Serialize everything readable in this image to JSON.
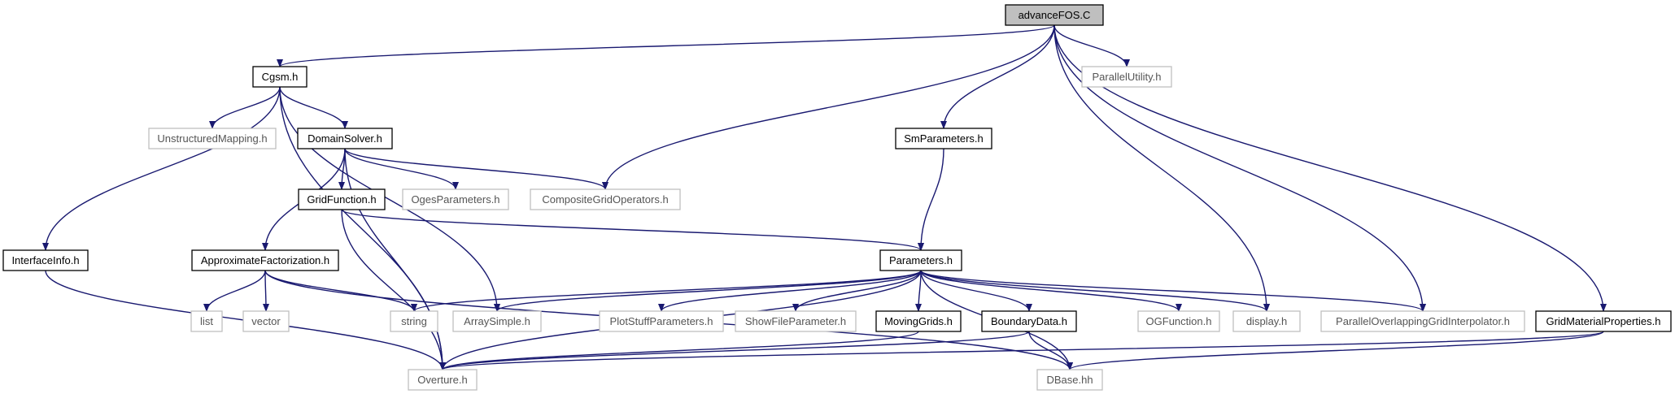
{
  "diagram": {
    "type": "include-dependency-graph",
    "colors": {
      "edge": "#191970",
      "root_fill": "#bfbfbf",
      "box_border": "#000000",
      "external_border": "#bfbfbf",
      "text": "#000000"
    },
    "nodes": [
      {
        "id": "advanceFOS",
        "label": "advanceFOS.C",
        "style": "root"
      },
      {
        "id": "Cgsm",
        "label": "Cgsm.h",
        "style": "documented"
      },
      {
        "id": "ParallelUtility",
        "label": "ParallelUtility.h",
        "style": "external"
      },
      {
        "id": "UnstructuredMapping",
        "label": "UnstructuredMapping.h",
        "style": "external"
      },
      {
        "id": "DomainSolver",
        "label": "DomainSolver.h",
        "style": "documented"
      },
      {
        "id": "SmParameters",
        "label": "SmParameters.h",
        "style": "documented"
      },
      {
        "id": "GridFunction",
        "label": "GridFunction.h",
        "style": "documented"
      },
      {
        "id": "OgesParameters",
        "label": "OgesParameters.h",
        "style": "external"
      },
      {
        "id": "CompositeGridOperators",
        "label": "CompositeGridOperators.h",
        "style": "external"
      },
      {
        "id": "InterfaceInfo",
        "label": "InterfaceInfo.h",
        "style": "documented"
      },
      {
        "id": "ApproximateFactorization",
        "label": "ApproximateFactorization.h",
        "style": "documented"
      },
      {
        "id": "Parameters",
        "label": "Parameters.h",
        "style": "documented"
      },
      {
        "id": "list",
        "label": "list",
        "style": "external"
      },
      {
        "id": "vector",
        "label": "vector",
        "style": "external"
      },
      {
        "id": "string",
        "label": "string",
        "style": "external"
      },
      {
        "id": "ArraySimple",
        "label": "ArraySimple.h",
        "style": "external"
      },
      {
        "id": "PlotStuffParameters",
        "label": "PlotStuffParameters.h",
        "style": "external"
      },
      {
        "id": "ShowFileParameter",
        "label": "ShowFileParameter.h",
        "style": "external"
      },
      {
        "id": "MovingGrids",
        "label": "MovingGrids.h",
        "style": "documented"
      },
      {
        "id": "BoundaryData",
        "label": "BoundaryData.h",
        "style": "documented"
      },
      {
        "id": "OGFunction",
        "label": "OGFunction.h",
        "style": "external"
      },
      {
        "id": "display",
        "label": "display.h",
        "style": "external"
      },
      {
        "id": "ParallelOverlappingGridInterpolator",
        "label": "ParallelOverlappingGridInterpolator.h",
        "style": "external"
      },
      {
        "id": "GridMaterialProperties",
        "label": "GridMaterialProperties.h",
        "style": "documented"
      },
      {
        "id": "Overture",
        "label": "Overture.h",
        "style": "external"
      },
      {
        "id": "DBase",
        "label": "DBase.hh",
        "style": "external"
      }
    ],
    "edges": [
      [
        "advanceFOS",
        "Cgsm"
      ],
      [
        "advanceFOS",
        "CompositeGridOperators"
      ],
      [
        "advanceFOS",
        "SmParameters"
      ],
      [
        "advanceFOS",
        "ParallelUtility"
      ],
      [
        "advanceFOS",
        "display"
      ],
      [
        "advanceFOS",
        "ParallelOverlappingGridInterpolator"
      ],
      [
        "advanceFOS",
        "GridMaterialProperties"
      ],
      [
        "Cgsm",
        "InterfaceInfo"
      ],
      [
        "Cgsm",
        "Overture"
      ],
      [
        "Cgsm",
        "UnstructuredMapping"
      ],
      [
        "Cgsm",
        "DomainSolver"
      ],
      [
        "Cgsm",
        "ArraySimple"
      ],
      [
        "DomainSolver",
        "Overture"
      ],
      [
        "DomainSolver",
        "ApproximateFactorization"
      ],
      [
        "DomainSolver",
        "GridFunction"
      ],
      [
        "DomainSolver",
        "OgesParameters"
      ],
      [
        "DomainSolver",
        "CompositeGridOperators"
      ],
      [
        "SmParameters",
        "Parameters"
      ],
      [
        "GridFunction",
        "Parameters"
      ],
      [
        "GridFunction",
        "Overture"
      ],
      [
        "InterfaceInfo",
        "Overture"
      ],
      [
        "ApproximateFactorization",
        "list"
      ],
      [
        "ApproximateFactorization",
        "vector"
      ],
      [
        "ApproximateFactorization",
        "string"
      ],
      [
        "ApproximateFactorization",
        "DBase"
      ],
      [
        "Parameters",
        "string"
      ],
      [
        "Parameters",
        "ArraySimple"
      ],
      [
        "Parameters",
        "Overture"
      ],
      [
        "Parameters",
        "PlotStuffParameters"
      ],
      [
        "Parameters",
        "ShowFileParameter"
      ],
      [
        "Parameters",
        "MovingGrids"
      ],
      [
        "Parameters",
        "BoundaryData"
      ],
      [
        "Parameters",
        "OGFunction"
      ],
      [
        "Parameters",
        "display"
      ],
      [
        "Parameters",
        "ParallelOverlappingGridInterpolator"
      ],
      [
        "Parameters",
        "DBase"
      ],
      [
        "MovingGrids",
        "Overture"
      ],
      [
        "BoundaryData",
        "Overture"
      ],
      [
        "BoundaryData",
        "DBase"
      ],
      [
        "GridMaterialProperties",
        "Overture"
      ],
      [
        "GridMaterialProperties",
        "DBase"
      ]
    ]
  }
}
